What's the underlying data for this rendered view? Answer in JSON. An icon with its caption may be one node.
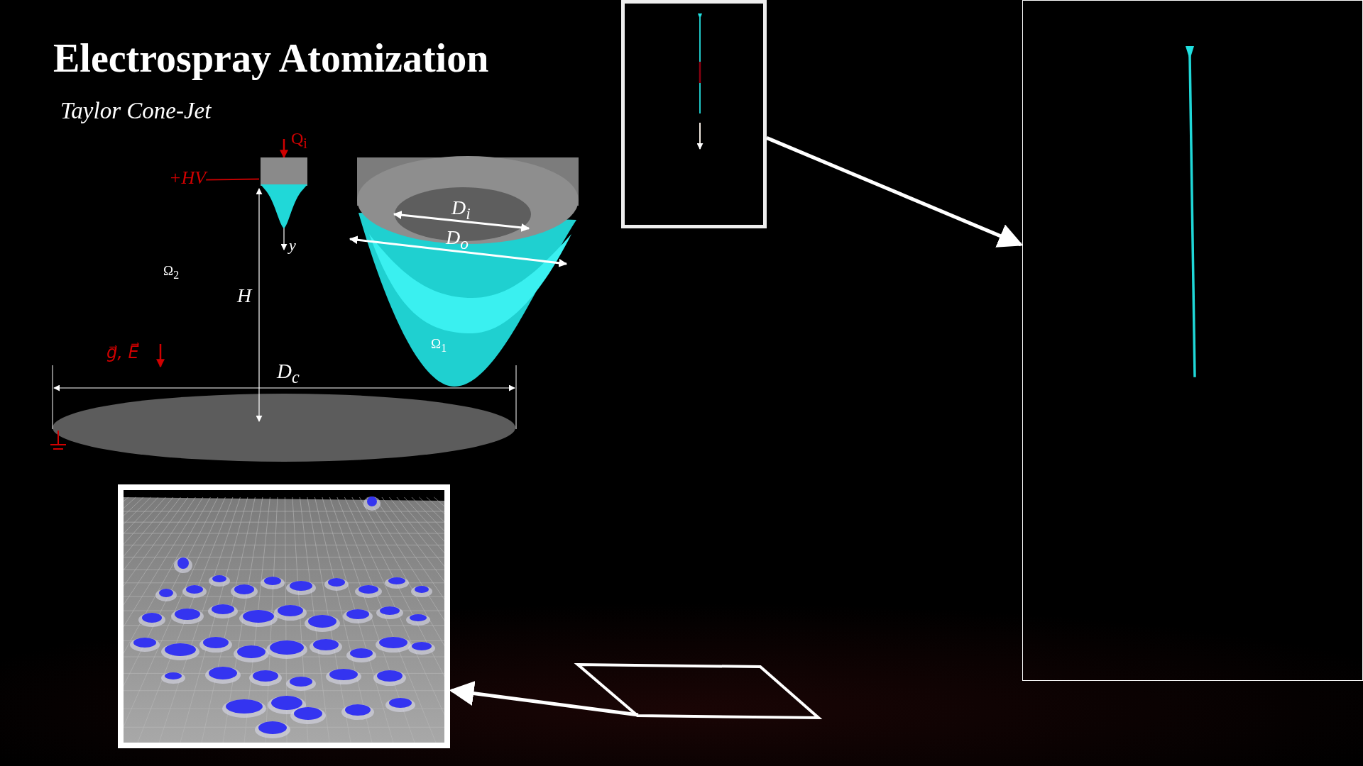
{
  "diagram": {
    "title": "Electrospray Atomization",
    "nodes": [
      {
        "text": [
          "+HV"
        ]
      },
      {
        "text": [],
        "shape": "picture"
      },
      {
        "text": [],
        "shape": "picture"
      },
      {
        "text": [],
        "shape": "picture"
      },
      {
        "text": [],
        "shape": "picture"
      },
      {
        "text": [],
        "shape": "parallelogram"
      }
    ],
    "edges": [
      {
        "from": 0,
        "to": 1,
        "arrow": "none",
        "color": "#c00000"
      },
      {
        "from": 2,
        "to": 3,
        "arrow": "to"
      },
      {
        "from": 5,
        "to": 4,
        "arrow": "to"
      }
    ],
    "labels": [
      "Taylor Cone-Jet",
      "Q$_{i}$",
      "y",
      "Ω$_{2}$",
      "H",
      "g⃗, E⃗",
      "D$_{c}$",
      "D$_{i}$",
      "D$_{o}$",
      "Ω$_{1}$"
    ]
  }
}
